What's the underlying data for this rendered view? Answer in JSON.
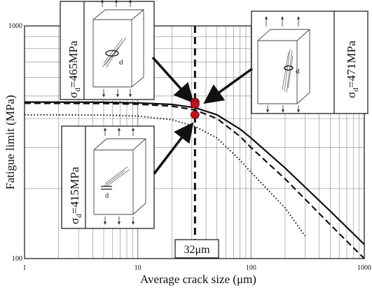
{
  "chart_data": {
    "type": "line",
    "xscale": "log",
    "yscale": "log",
    "xlabel": "Average crack size (μm)",
    "ylabel": "Fatigue limit (MPa)",
    "xlim": [
      1,
      1000
    ],
    "ylim": [
      100,
      1000
    ],
    "xticks": [
      "1",
      "10",
      "100",
      "1000"
    ],
    "yticks": [
      "1000",
      "100"
    ],
    "grid": true,
    "series": [
      {
        "style": "solid",
        "plateau": 471,
        "x": [
          1,
          5,
          10,
          20,
          32,
          50,
          80,
          100,
          200,
          500,
          1000
        ],
        "y": [
          471,
          470,
          467,
          460,
          445,
          415,
          360,
          330,
          245,
          160,
          115
        ]
      },
      {
        "style": "dashed",
        "plateau": 465,
        "x": [
          1,
          5,
          10,
          20,
          32,
          50,
          80,
          100,
          200,
          500,
          1000
        ],
        "y": [
          465,
          464,
          461,
          452,
          435,
          400,
          335,
          300,
          220,
          140,
          100
        ]
      },
      {
        "style": "dotted",
        "plateau": 415,
        "x": [
          1,
          5,
          10,
          20,
          32,
          50,
          80,
          100,
          200,
          300
        ],
        "y": [
          415,
          414,
          410,
          395,
          370,
          330,
          265,
          235,
          165,
          125
        ]
      }
    ],
    "points": [
      {
        "x": 32,
        "y": 471,
        "color": "#c0141c"
      },
      {
        "x": 32,
        "y": 460,
        "color": "#c0141c"
      },
      {
        "x": 32,
        "y": 415,
        "color": "#c0141c"
      }
    ],
    "vline": {
      "x": 32,
      "label": "32μm"
    },
    "insets": [
      {
        "label_main": "σ",
        "label_sub": "d",
        "label_rest": "=465MPa",
        "d_label": "d"
      },
      {
        "label_main": "σ",
        "label_sub": "d",
        "label_rest": "=471MPa",
        "d_label": "d"
      },
      {
        "label_main": "σ",
        "label_sub": "d",
        "label_rest": "=415MPa",
        "d_label": "d"
      }
    ],
    "colors": {
      "marker": "#c0141c",
      "line": "#111111",
      "grid": "#888888"
    }
  }
}
